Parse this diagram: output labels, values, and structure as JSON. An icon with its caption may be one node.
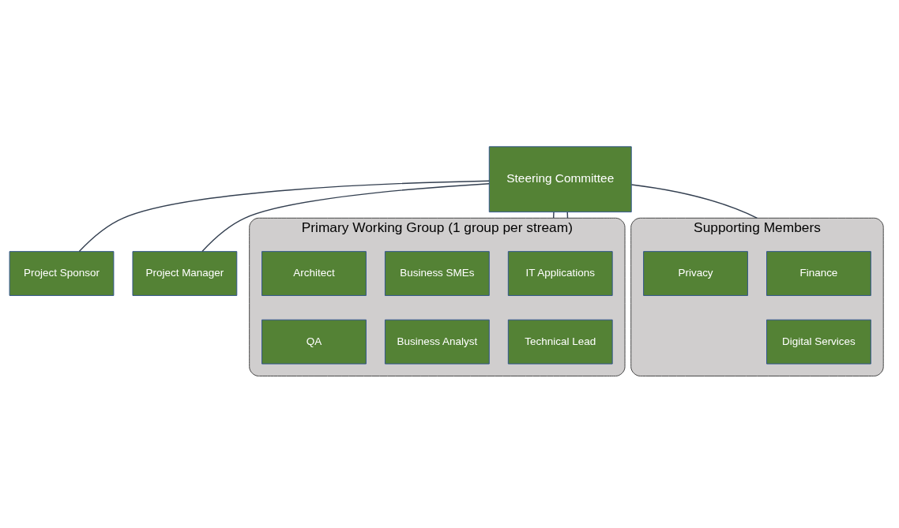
{
  "diagram": {
    "nodes": [
      {
        "text": [
          "Steering Committee"
        ]
      },
      {
        "text": [
          "Project Sponsor"
        ]
      },
      {
        "text": [
          "Project Manager"
        ]
      },
      {
        "text": [
          "Primary Working Group (1 group per stream)"
        ]
      },
      {
        "text": [
          "IT Applications"
        ],
        "in": 3
      },
      {
        "text": [
          "Business SMEs"
        ],
        "in": 3
      },
      {
        "text": [
          "Architect"
        ],
        "in": 3
      },
      {
        "text": [
          "Technical Lead"
        ],
        "in": 3
      },
      {
        "text": [
          "Business Analyst"
        ],
        "in": 3
      },
      {
        "text": [
          "QA"
        ],
        "in": 3
      },
      {
        "text": [
          "Supporting Members"
        ]
      },
      {
        "text": [
          "Finance"
        ],
        "in": 10
      },
      {
        "text": [
          "Privacy"
        ],
        "in": 10
      },
      {
        "text": [
          "Digital Services"
        ],
        "in": 10
      }
    ],
    "edges": [
      {
        "from": 0,
        "to": 1,
        "arrow": "none"
      },
      {
        "from": 0,
        "to": 2,
        "arrow": "none"
      },
      {
        "from": 0,
        "to": 3,
        "arrow": "none"
      },
      {
        "from": 0,
        "to": 3,
        "arrow": "none"
      },
      {
        "from": 0,
        "to": 10,
        "arrow": "none"
      }
    ]
  }
}
